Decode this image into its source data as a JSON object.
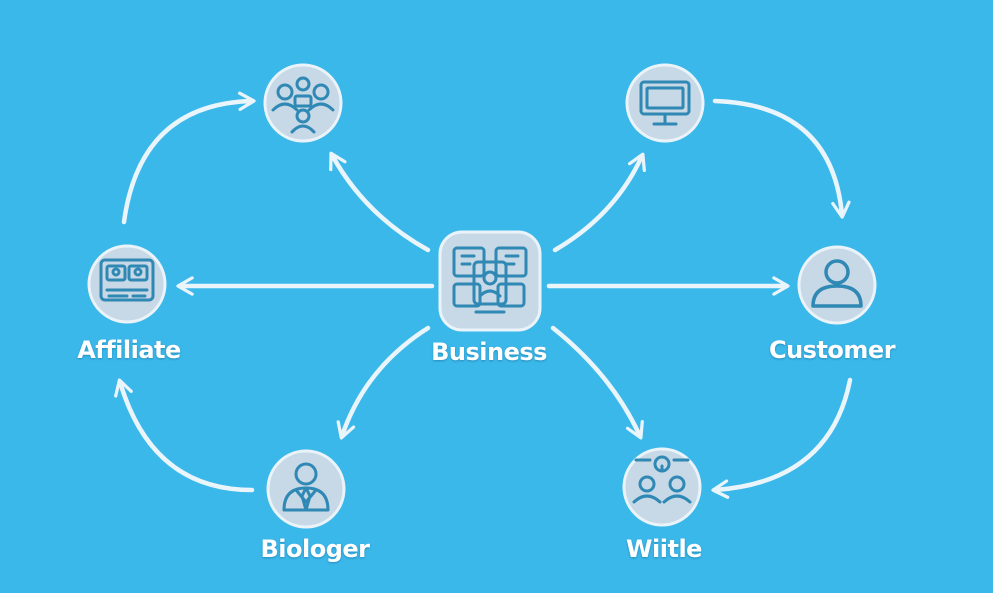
{
  "colors": {
    "background": "#3bb8ea",
    "node_fill": "#c7d8e6",
    "node_stroke": "#eaf3f9",
    "icon_stroke": "#2f89b4",
    "arrow": "#eaf5fb",
    "label": "#ffffff"
  },
  "nodes": [
    {
      "id": "business",
      "label": "Business",
      "icon": "business-icon"
    },
    {
      "id": "team",
      "label": "",
      "icon": "team-icon"
    },
    {
      "id": "monitor",
      "label": "",
      "icon": "monitor-icon"
    },
    {
      "id": "affiliate",
      "label": "Affiliate",
      "icon": "affiliate-icon"
    },
    {
      "id": "customer",
      "label": "Customer",
      "icon": "customer-icon"
    },
    {
      "id": "biologer",
      "label": "Biologer",
      "icon": "biologer-icon"
    },
    {
      "id": "wiitle",
      "label": "Wiitle",
      "icon": "wiitle-icon"
    }
  ],
  "edges": [
    {
      "from": "business",
      "to": "team"
    },
    {
      "from": "business",
      "to": "monitor"
    },
    {
      "from": "business",
      "to": "affiliate"
    },
    {
      "from": "business",
      "to": "customer"
    },
    {
      "from": "business",
      "to": "biologer"
    },
    {
      "from": "business",
      "to": "wiitle"
    },
    {
      "from": "affiliate",
      "to": "team"
    },
    {
      "from": "monitor",
      "to": "customer"
    },
    {
      "from": "customer",
      "to": "wiitle"
    },
    {
      "from": "biologer",
      "to": "affiliate"
    }
  ]
}
